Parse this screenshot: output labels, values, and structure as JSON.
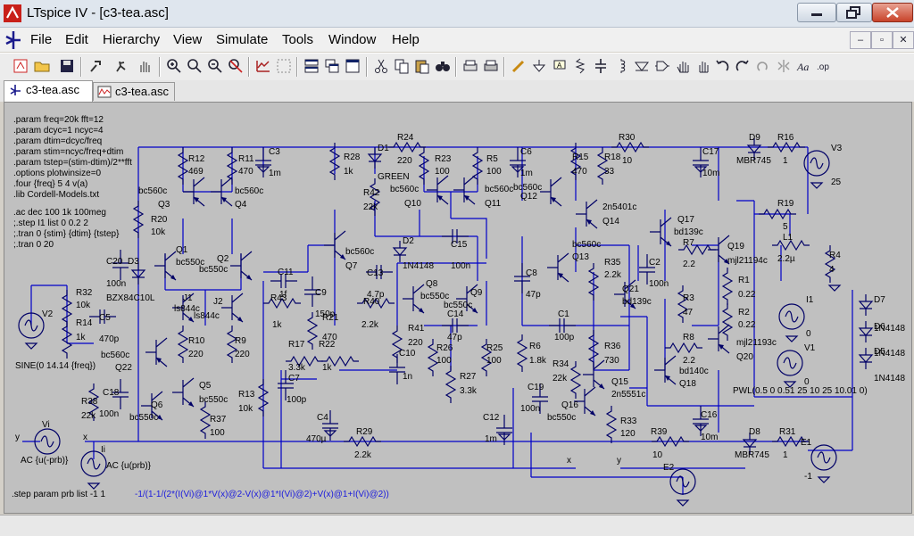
{
  "window": {
    "title": "LTspice IV - [c3-tea.asc]"
  },
  "menu": {
    "items": [
      "File",
      "Edit",
      "Hierarchy",
      "View",
      "Simulate",
      "Tools",
      "Window",
      "Help"
    ]
  },
  "tabs": [
    {
      "label": "c3-tea.asc"
    },
    {
      "label": "c3-tea.asc"
    }
  ],
  "directives": [
    ".param freq=20k fft=12",
    ".param dcyc=1 ncyc=4",
    ".param dtim=dcyc/freq",
    ".param stim=ncyc/freq+dtim",
    ".param tstep=(stim-dtim)/2**fft",
    ".options plotwinsize=0",
    ".four {freq} 5 4 v(a)",
    ".lib Cordell-Models.txt"
  ],
  "directives2": [
    ".ac dec 100 1k 100meg",
    ";.step I1 list 0 0.2 2",
    ";.tran 0 {stim} {dtim} {tstep}",
    ";.tran 0 20"
  ],
  "step_directive": ".step param prb list -1 1",
  "formula": "-1/(1-1/(2*(I(Vi)@1*V(x)@2-V(x)@1*I(Vi)@2)+V(x)@1+I(Vi)@2))",
  "labels": {
    "R12": "R12",
    "R12v": "469",
    "R11": "R11",
    "R11v": "470",
    "C3": "C3",
    "C3v": "1m",
    "Q3t": "bc560c",
    "Q3": "Q3",
    "Q4t": "bc560c",
    "Q4": "Q4",
    "R20": "R20",
    "R20v": "10k",
    "C20": "C20",
    "C20v": "100n",
    "D3": "D3",
    "D3t": "BZX84C10L",
    "Q1": "Q1",
    "Q1t": "bc550c",
    "Q2": "Q2",
    "Q2t": "bc550c",
    "J1": "J1",
    "J1t": "ls844c",
    "J2": "J2",
    "J2t": "ls844c",
    "R32": "R32",
    "R32v": "10k",
    "R14": "R14",
    "R14v": "1k",
    "C5": "C5",
    "C5v": "470p",
    "V2": "V2",
    "V2t": "SINE(0 14.14 {freq})",
    "R10": "R10",
    "R10v": "220",
    "R9": "R9",
    "R9v": "220",
    "Q22t": "bc560c",
    "Q22": "Q22",
    "C18": "C18",
    "C18v": "100n",
    "R38": "R38",
    "R38v": "22k",
    "Q5": "Q5",
    "Q5t": "bc550c",
    "Q6": "Q6",
    "Q6t": "bc550c",
    "R37": "R37",
    "R37v": "100",
    "R13": "R13",
    "R13v": "10k",
    "R28": "R28",
    "R28v": "1k",
    "D1": "D1",
    "D1t": "GREEN",
    "R24": "R24",
    "R24v": "220",
    "R42": "R42",
    "R42v": "22k",
    "R23": "R23",
    "R23v": "100",
    "R5": "R5",
    "R5v": "100",
    "Q10t": "bc560c",
    "Q10": "Q10",
    "Q11t": "bc560c",
    "Q11": "Q11",
    "C6": "C6",
    "C6v": "1m",
    "R15": "R15",
    "R15v": "470",
    "R18": "R18",
    "R18v": "33",
    "R30": "R30",
    "R30v": "10",
    "C17": "C17",
    "C17v": "10m",
    "D9": "D9",
    "D9t": "MBR745",
    "R16": "R16",
    "R16v": "1",
    "V3": "V3",
    "V3v": "25",
    "Q12": "Q12",
    "Q12t": "bc560c",
    "Q14t": "2n5401c",
    "Q14": "Q14",
    "Q17": "Q17",
    "Q17t": "bd139c",
    "R7": "R7",
    "R7v": "2.2",
    "Q19": "Q19",
    "Q19t": "mjl21194c",
    "R19": "R19",
    "R19v": "5",
    "L1": "L1",
    "L1v": "2.2µ",
    "R4": "R4",
    "R4v": "4",
    "C11": "C11",
    "C11v": "1f",
    "C9": "C9",
    "C9v": "150p",
    "Q7": "Q7",
    "Q7t": "bc560c",
    "D2": "D2",
    "D2t": "1N4148",
    "C15": "C15",
    "C15v": "100n",
    "C13": "C13",
    "C13v": "4.7p",
    "R40": "R40",
    "R40v": "2.2k",
    "Q8": "Q8",
    "Q8t": "bc550c",
    "Q9": "Q9",
    "Q9t": "bc550c",
    "C8": "C8",
    "C8v": "47p",
    "Q13": "Q13",
    "Q13t": "bc560c",
    "R35": "R35",
    "R35v": "2.2k",
    "C2": "C2",
    "C2v": "100n",
    "Q21": "Q21",
    "Q21t": "bd139c",
    "R3": "R3",
    "R3v": "47",
    "R1": "R1",
    "R1v": "0.22",
    "R2": "R2",
    "R2v": "0.22",
    "I1": "I1",
    "I1v": "0",
    "Q20": "Q20",
    "Q20t": "mjl21193c",
    "V1": "V1",
    "V1v": "0",
    "D7": "D7",
    "D6": "D6",
    "D5": "D5",
    "Dt": "1N4148",
    "R43": "R43",
    "R43v": "1k",
    "R21": "R21",
    "R21v": "470",
    "R17": "R17",
    "R17v": "3.3k",
    "R22": "R22",
    "R22v": "1k",
    "C7": "C7",
    "C7v": "100p",
    "R41": "R41",
    "R41v": "220",
    "C10": "C10",
    "C10v": "1n",
    "C14": "C14",
    "C14v": "47p",
    "R26": "R26",
    "R26v": "100",
    "R25": "R25",
    "R25v": "100",
    "R27": "R27",
    "R27v": "3.3k",
    "R6": "R6",
    "R6v": "1.8k",
    "C1": "C1",
    "C1v": "100p",
    "R36": "R36",
    "R36v": "730",
    "R8": "R8",
    "R8v": "2.2",
    "Q18t": "bd140c",
    "Q18": "Q18",
    "R34": "R34",
    "R34v": "22k",
    "Q15": "Q15",
    "Q15t": "2n5551c",
    "C19": "C19",
    "C19v": "100n",
    "Q16": "Q16",
    "Q16t": "bc550c",
    "R33": "R33",
    "R33v": "120",
    "C16": "C16",
    "C16v": "10m",
    "PWL": "PWL(0.5 0 0.51 25 10 25 10.01 0)",
    "C4": "C4",
    "C4v": "470µ",
    "R29": "R29",
    "R29v": "2.2k",
    "C12": "C12",
    "C12v": "1m",
    "R39": "R39",
    "R39v": "10",
    "D8": "D8",
    "D8t": "MBR745",
    "R31": "R31",
    "R31v": "1",
    "E1": "E1",
    "E1v": "-1",
    "E2": "E2",
    "Vi": "Vi",
    "Vit": "AC {u(-prb)}",
    "Ii": "Ii",
    "Iit": "AC {u(prb)}",
    "x": "x",
    "y": "y"
  }
}
